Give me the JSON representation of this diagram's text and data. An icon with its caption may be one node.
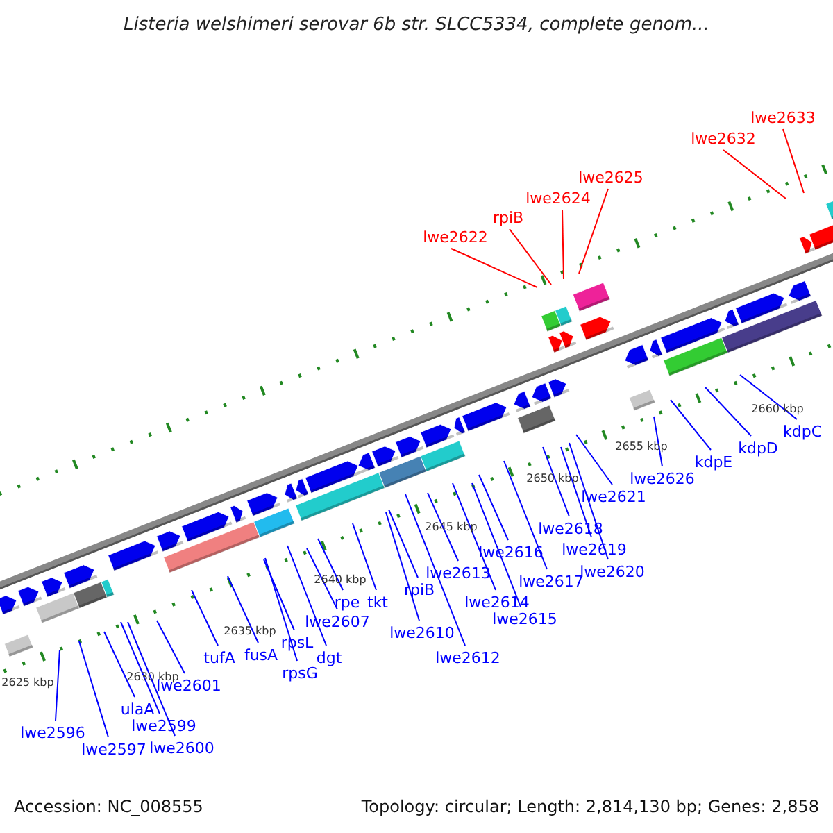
{
  "diagram": {
    "title": "Listeria welshimeri serovar 6b str. SLCC5334, complete genom...",
    "nodes": [
      {
        "text": [
          "lwe2622"
        ]
      },
      {
        "text": [
          "rpiB"
        ]
      },
      {
        "text": [
          "lwe2624"
        ]
      },
      {
        "text": [
          "lwe2625"
        ]
      },
      {
        "text": [
          "lwe2632"
        ]
      },
      {
        "text": [
          "lwe2633"
        ]
      },
      {
        "text": [
          "lwe2596"
        ]
      },
      {
        "text": [
          "lwe2597"
        ]
      },
      {
        "text": [
          "ulaA"
        ]
      },
      {
        "text": [
          "lwe2599"
        ]
      },
      {
        "text": [
          "lwe2600"
        ]
      },
      {
        "text": [
          "lwe2601"
        ]
      },
      {
        "text": [
          "tufA"
        ]
      },
      {
        "text": [
          "fusA"
        ]
      },
      {
        "text": [
          "rpsG"
        ]
      },
      {
        "text": [
          "rpsL"
        ]
      },
      {
        "text": [
          "dgt"
        ]
      },
      {
        "text": [
          "lwe2607"
        ]
      },
      {
        "text": [
          "rpe"
        ]
      },
      {
        "text": [
          "tkt"
        ]
      },
      {
        "text": [
          "lwe2610"
        ]
      },
      {
        "text": [
          "rpiB"
        ]
      },
      {
        "text": [
          "lwe2612"
        ]
      },
      {
        "text": [
          "lwe2613"
        ]
      },
      {
        "text": [
          "lwe2614"
        ]
      },
      {
        "text": [
          "lwe2615"
        ]
      },
      {
        "text": [
          "lwe2616"
        ]
      },
      {
        "text": [
          "lwe2617"
        ]
      },
      {
        "text": [
          "lwe2618"
        ]
      },
      {
        "text": [
          "lwe2619"
        ]
      },
      {
        "text": [
          "lwe2620"
        ]
      },
      {
        "text": [
          "lwe2621"
        ]
      },
      {
        "text": [
          "lwe2626"
        ]
      },
      {
        "text": [
          "kdpE"
        ]
      },
      {
        "text": [
          "kdpD"
        ]
      },
      {
        "text": [
          "kdpC"
        ]
      }
    ],
    "edges": [
      {
        "from": 0,
        "to": null,
        "arrow": "none",
        "color": "#ff0000"
      },
      {
        "from": 1,
        "to": null,
        "arrow": "none",
        "color": "#ff0000"
      },
      {
        "from": 2,
        "to": null,
        "arrow": "none",
        "color": "#ff0000"
      },
      {
        "from": 3,
        "to": null,
        "arrow": "none",
        "color": "#ff0000"
      },
      {
        "from": 4,
        "to": null,
        "arrow": "none",
        "color": "#ff0000"
      },
      {
        "from": 5,
        "to": null,
        "arrow": "none",
        "color": "#ff0000"
      },
      {
        "from": 6,
        "to": null,
        "arrow": "none"
      },
      {
        "from": 7,
        "to": null,
        "arrow": "none"
      },
      {
        "from": 8,
        "to": null,
        "arrow": "none"
      },
      {
        "from": 9,
        "to": null,
        "arrow": "none"
      },
      {
        "from": 10,
        "to": null,
        "arrow": "none"
      },
      {
        "from": 11,
        "to": null,
        "arrow": "none"
      },
      {
        "from": 12,
        "to": null,
        "arrow": "none"
      },
      {
        "from": 13,
        "to": null,
        "arrow": "none"
      },
      {
        "from": 14,
        "to": null,
        "arrow": "none"
      },
      {
        "from": 15,
        "to": null,
        "arrow": "none"
      },
      {
        "from": 16,
        "to": null,
        "arrow": "none"
      },
      {
        "from": 17,
        "to": null,
        "arrow": "none"
      },
      {
        "from": 18,
        "to": null,
        "arrow": "none"
      },
      {
        "from": 19,
        "to": null,
        "arrow": "none"
      },
      {
        "from": 20,
        "to": null,
        "arrow": "none"
      },
      {
        "from": 21,
        "to": null,
        "arrow": "none"
      },
      {
        "from": 22,
        "to": null,
        "arrow": "none"
      },
      {
        "from": 23,
        "to": null,
        "arrow": "none"
      },
      {
        "from": 24,
        "to": null,
        "arrow": "none"
      },
      {
        "from": 25,
        "to": null,
        "arrow": "none"
      },
      {
        "from": 26,
        "to": null,
        "arrow": "none"
      },
      {
        "from": 27,
        "to": null,
        "arrow": "none"
      },
      {
        "from": 28,
        "to": null,
        "arrow": "none"
      },
      {
        "from": 29,
        "to": null,
        "arrow": "none"
      },
      {
        "from": 30,
        "to": null,
        "arrow": "none"
      },
      {
        "from": 31,
        "to": null,
        "arrow": "none"
      },
      {
        "from": 32,
        "to": null,
        "arrow": "none"
      },
      {
        "from": 33,
        "to": null,
        "arrow": "none"
      },
      {
        "from": 34,
        "to": null,
        "arrow": "none"
      },
      {
        "from": 35,
        "to": null,
        "arrow": "none"
      }
    ],
    "labels": [
      "2660 kbp",
      "2655 kbp",
      "2650 kbp",
      "2645 kbp",
      "2640 kbp",
      "2635 kbp",
      "2630 kbp",
      "2625 kbp",
      "Accession: NC_008555",
      "Topology: circular; Length: 2,814,130 bp; Genes: 2,858"
    ]
  }
}
